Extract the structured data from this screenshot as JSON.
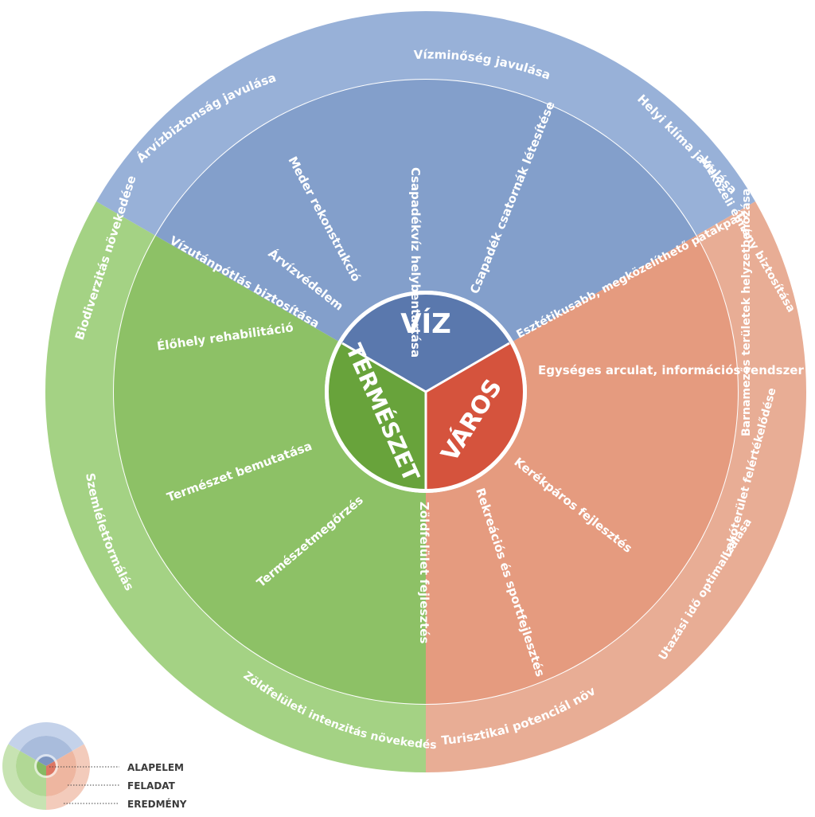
{
  "colors": {
    "water_outer": "#98b1d8",
    "water_mid": "#839fcb",
    "water_core": "#5a78ad",
    "nature_outer": "#a4d284",
    "nature_mid": "#8dc166",
    "nature_core": "#68a33b",
    "city_outer": "#e8ad95",
    "city_mid": "#e59b7f",
    "city_core": "#d5533d"
  },
  "core": {
    "water": "VÍZ",
    "city": "VÁROS",
    "nature": "TERMÉSZET"
  },
  "tasks": {
    "water": [
      "Meder rekonstrukció",
      "Csapadékvíz helybentartása",
      "Csapadék csatornák létesítése",
      "Árvízvédelem",
      "Vízutánpótlás biztosítása"
    ],
    "city": [
      "Esztétikusabb, megközelíthető patakpart",
      "Egységes arculat, információs rendszer kialakítása",
      "Kerékpáros fejlesztés",
      "Rekreációs és sportfejlesztés"
    ],
    "nature": [
      "Élőhely rehabilitáció",
      "Természet bemutatása",
      "Természetmegőrzés",
      "Zöldfelület fejlesztés"
    ]
  },
  "results": {
    "water": [
      "Árvízbiztonság javulása",
      "Vízminőség javulása",
      "Helyi klíma javulása"
    ],
    "city": [
      "Vízközeli élmény biztosítása",
      "Barnamezős területek helyzetbehozása",
      "Lakóterület felértékelődése",
      "Utazási idő optimalizálása",
      "Turisztikai potenciál növelése"
    ],
    "nature": [
      "Biodiverzitás növekedése",
      "Szemléletformálás",
      "Zöldfelületi intenzitás növekedése"
    ]
  },
  "legend": {
    "items": [
      "ALAPELEM",
      "FELADAT",
      "EREDMÉNY"
    ]
  }
}
